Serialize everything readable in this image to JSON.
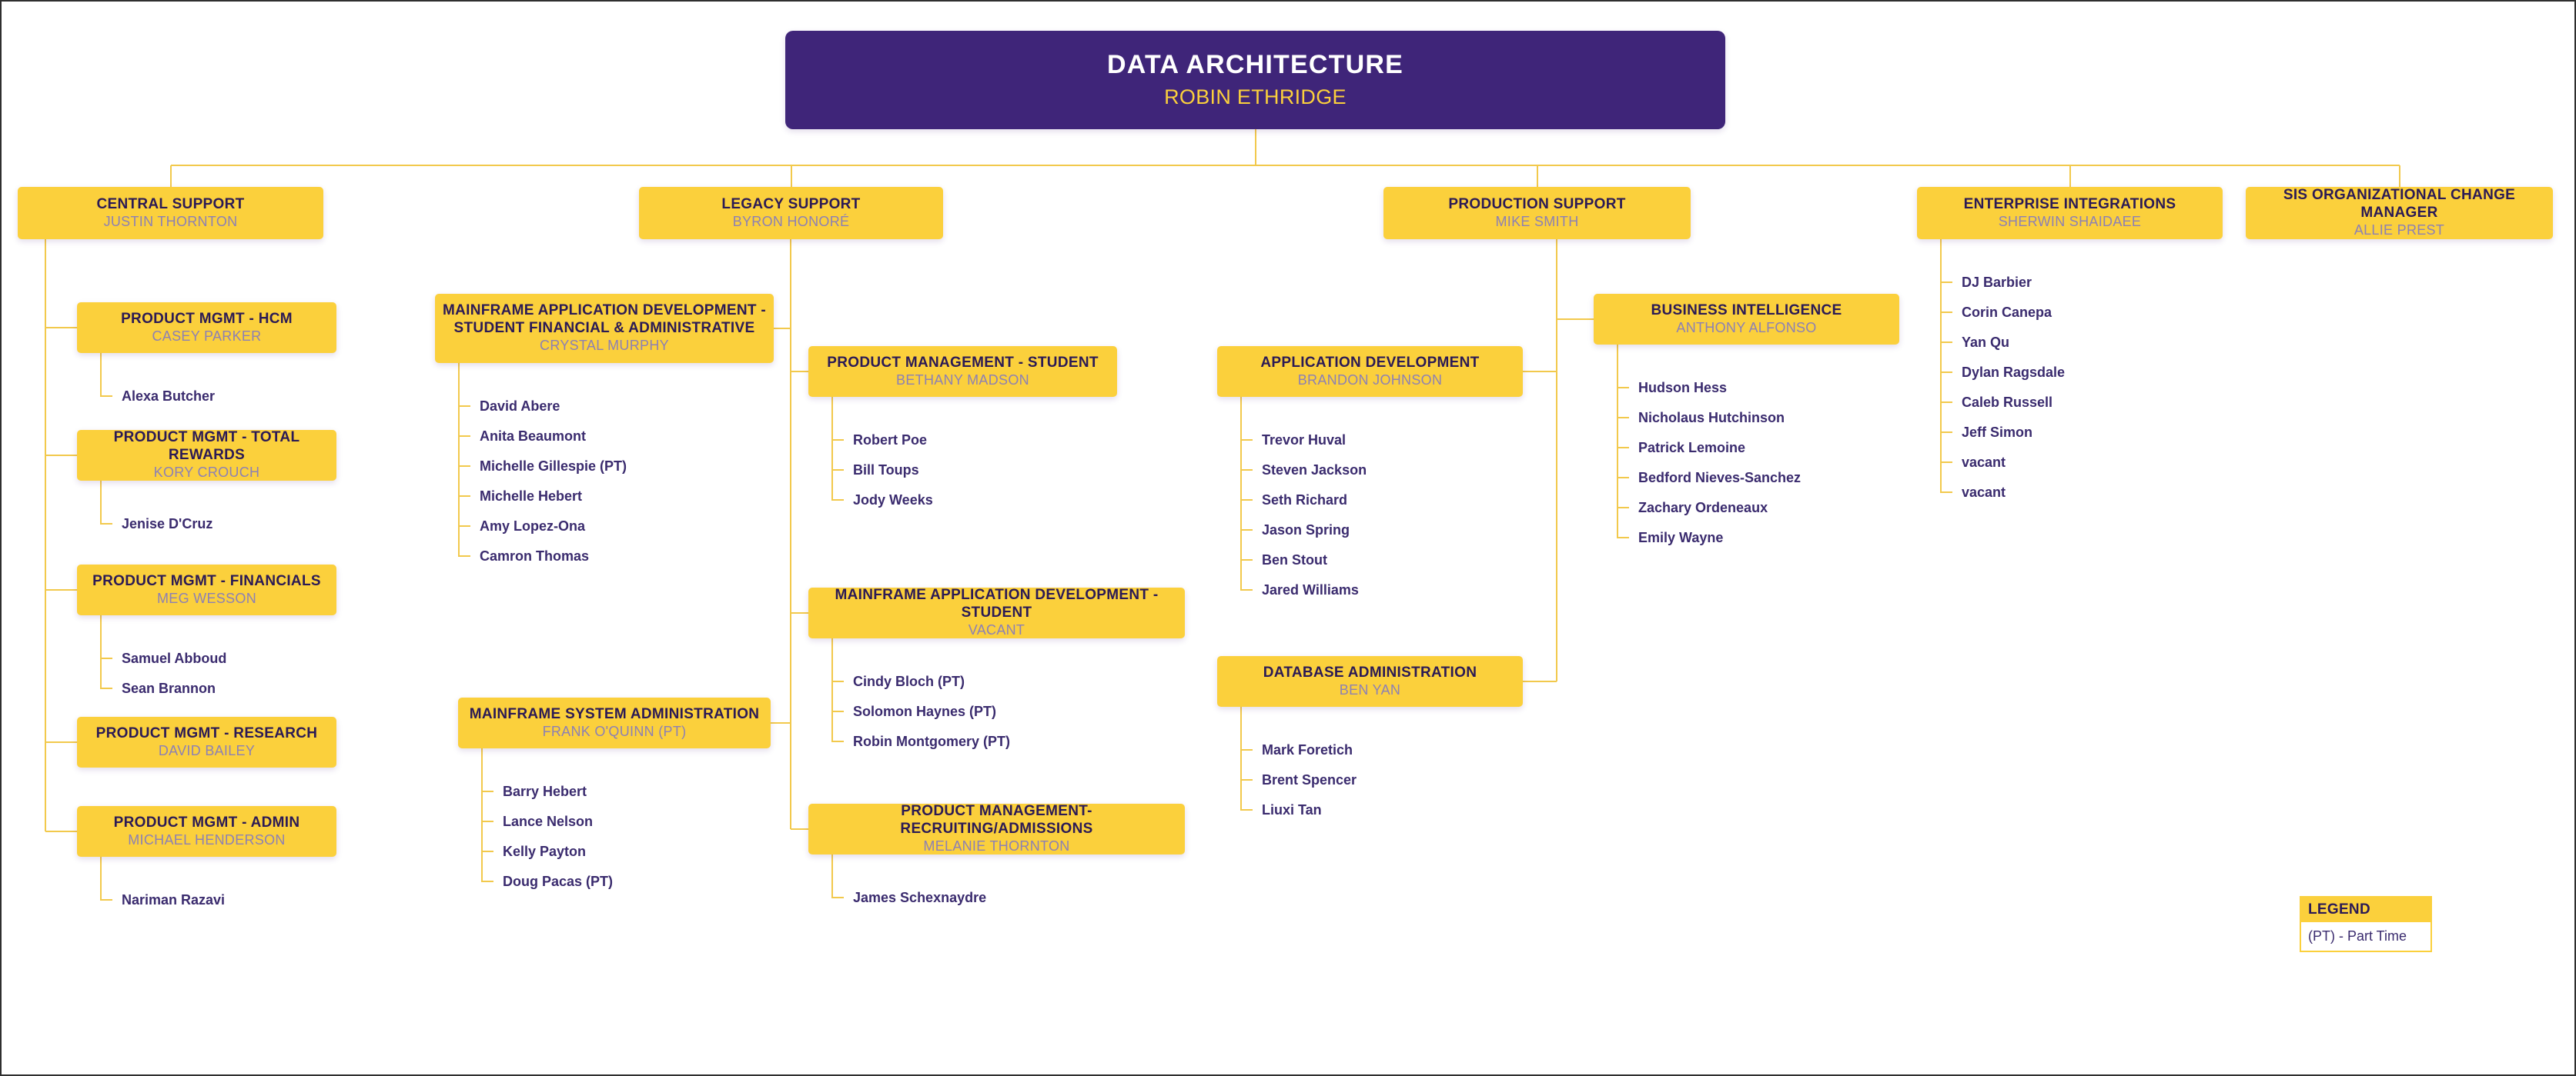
{
  "title": "DATA ARCHITECTURE",
  "colors": {
    "purple": "#3F2579",
    "gold": "#FBD03C",
    "line": "#F2C94C",
    "box_title_text": "#2B1A55",
    "box_name_text": "#8C80B5",
    "person_text": "#3A2B6E"
  },
  "legend": {
    "header": "LEGEND",
    "body": "(PT) - Part Time"
  },
  "nodes": [
    {
      "id": "root",
      "parent": null,
      "title": "DATA ARCHITECTURE",
      "name": "ROBIN ETHRIDGE",
      "leaves": []
    },
    {
      "id": "central-support",
      "parent": "root",
      "title": "CENTRAL SUPPORT",
      "name": "JUSTIN THORNTON",
      "leaves": []
    },
    {
      "id": "legacy-support",
      "parent": "root",
      "title": "LEGACY SUPPORT",
      "name": "BYRON HONORÉ",
      "leaves": []
    },
    {
      "id": "production-support",
      "parent": "root",
      "title": "PRODUCTION SUPPORT",
      "name": "MIKE SMITH",
      "leaves": []
    },
    {
      "id": "enterprise-integrations",
      "parent": "root",
      "title": "ENTERPRISE INTEGRATIONS",
      "name": "SHERWIN SHAIDAEE",
      "leaves": [
        "DJ Barbier",
        "Corin Canepa",
        "Yan Qu",
        "Dylan Ragsdale",
        "Caleb Russell",
        "Jeff Simon",
        "vacant",
        "vacant"
      ]
    },
    {
      "id": "sis-ocm",
      "parent": "root",
      "title": "SIS ORGANIZATIONAL CHANGE MANAGER",
      "name": "ALLIE PREST",
      "leaves": []
    },
    {
      "id": "pm-hcm",
      "parent": "central-support",
      "title": "PRODUCT MGMT - HCM",
      "name": "CASEY PARKER",
      "leaves": [
        "Alexa Butcher"
      ]
    },
    {
      "id": "pm-total-rewards",
      "parent": "central-support",
      "title": "PRODUCT MGMT - TOTAL REWARDS",
      "name": "KORY CROUCH",
      "leaves": [
        "Jenise D'Cruz"
      ]
    },
    {
      "id": "pm-financials",
      "parent": "central-support",
      "title": "PRODUCT MGMT - FINANCIALS",
      "name": "MEG WESSON",
      "leaves": [
        "Samuel Abboud",
        "Sean Brannon"
      ]
    },
    {
      "id": "pm-research",
      "parent": "central-support",
      "title": "PRODUCT MGMT - RESEARCH",
      "name": "DAVID BAILEY",
      "leaves": []
    },
    {
      "id": "pm-admin",
      "parent": "central-support",
      "title": "PRODUCT MGMT - ADMIN",
      "name": "MICHAEL HENDERSON",
      "leaves": [
        "Nariman Razavi"
      ]
    },
    {
      "id": "mf-appdev-sfa",
      "parent": "legacy-support",
      "title": "MAINFRAME APPLICATION DEVELOPMENT - STUDENT FINANCIAL & ADMINISTRATIVE",
      "name": "CRYSTAL MURPHY",
      "leaves": [
        "David Abere",
        "Anita Beaumont",
        "Michelle Gillespie (PT)",
        "Michelle Hebert",
        "Amy Lopez-Ona",
        "Camron Thomas"
      ]
    },
    {
      "id": "mf-sysadmin",
      "parent": "legacy-support",
      "title": "MAINFRAME SYSTEM ADMINISTRATION",
      "name": "FRANK O'QUINN (PT)",
      "leaves": [
        "Barry Hebert",
        "Lance Nelson",
        "Kelly Payton",
        "Doug Pacas (PT)"
      ]
    },
    {
      "id": "pm-student",
      "parent": "legacy-support",
      "title": "PRODUCT MANAGEMENT - STUDENT",
      "name": "BETHANY MADSON",
      "leaves": [
        "Robert Poe",
        "Bill Toups",
        "Jody Weeks"
      ]
    },
    {
      "id": "mf-appdev-student",
      "parent": "legacy-support",
      "title": "MAINFRAME APPLICATION DEVELOPMENT - STUDENT",
      "name": "VACANT",
      "leaves": [
        "Cindy Bloch (PT)",
        "Solomon Haynes (PT)",
        "Robin Montgomery (PT)"
      ]
    },
    {
      "id": "pm-recruiting",
      "parent": "legacy-support",
      "title": "PRODUCT MANAGEMENT- RECRUITING/ADMISSIONS",
      "name": "MELANIE THORNTON",
      "leaves": [
        "James Schexnaydre"
      ]
    },
    {
      "id": "app-dev",
      "parent": "production-support",
      "title": "APPLICATION DEVELOPMENT",
      "name": "BRANDON JOHNSON",
      "leaves": [
        "Trevor Huval",
        "Steven Jackson",
        "Seth Richard",
        "Jason Spring",
        "Ben Stout",
        "Jared Williams"
      ]
    },
    {
      "id": "biz-intel",
      "parent": "production-support",
      "title": "BUSINESS INTELLIGENCE",
      "name": "ANTHONY ALFONSO",
      "leaves": [
        "Hudson Hess",
        "Nicholaus Hutchinson",
        "Patrick Lemoine",
        "Bedford Nieves-Sanchez",
        "Zachary Ordeneaux",
        "Emily Wayne"
      ]
    },
    {
      "id": "db-admin",
      "parent": "production-support",
      "title": "DATABASE ADMINISTRATION",
      "name": "BEN YAN",
      "leaves": [
        "Mark Foretich",
        "Brent Spencer",
        "Liuxi Tan"
      ]
    }
  ]
}
